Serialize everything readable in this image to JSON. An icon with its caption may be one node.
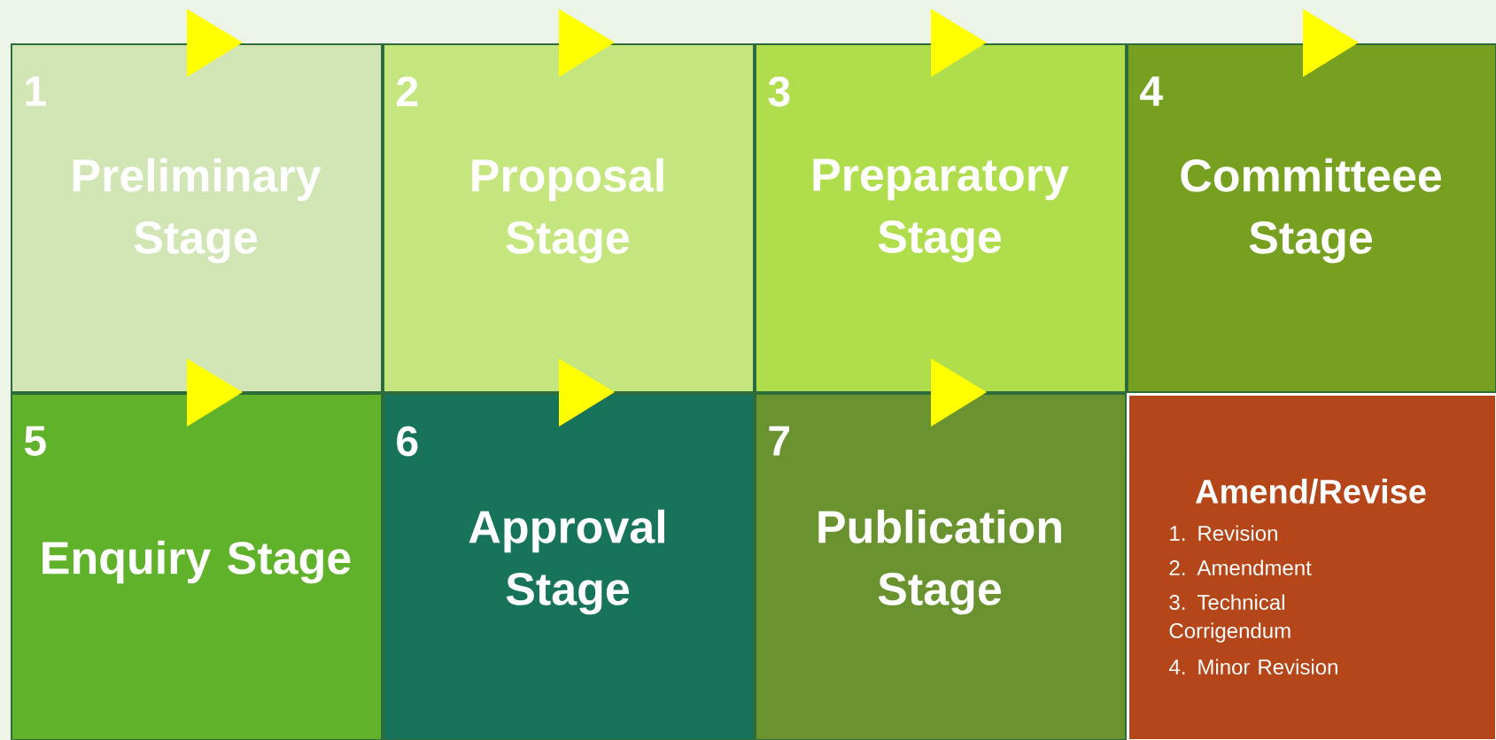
{
  "diagram": {
    "nodes": [
      {
        "text": [
          "1",
          "Preliminary Stage"
        ]
      },
      {
        "text": [
          "2",
          "Proposal Stage"
        ]
      },
      {
        "text": [
          "3",
          "Preparatory Stage"
        ]
      },
      {
        "text": [
          "4",
          "Committeee Stage"
        ]
      },
      {
        "text": [
          "5",
          "Enquiry Stage"
        ]
      },
      {
        "text": [
          "6",
          "Approval Stage"
        ]
      },
      {
        "text": [
          "7",
          "Publication Stage"
        ]
      },
      {
        "text": [
          "Amend/Revise",
          "1. Revision",
          "2. Amendment",
          "3. Technical Corrigendum",
          "4. Minor Revision"
        ]
      },
      {
        "text": [],
        "shape": "triangle"
      },
      {
        "text": [],
        "shape": "triangle"
      },
      {
        "text": [],
        "shape": "triangle"
      },
      {
        "text": [],
        "shape": "triangle"
      },
      {
        "text": [],
        "shape": "triangle"
      },
      {
        "text": [],
        "shape": "triangle"
      },
      {
        "text": [],
        "shape": "triangle"
      }
    ]
  }
}
